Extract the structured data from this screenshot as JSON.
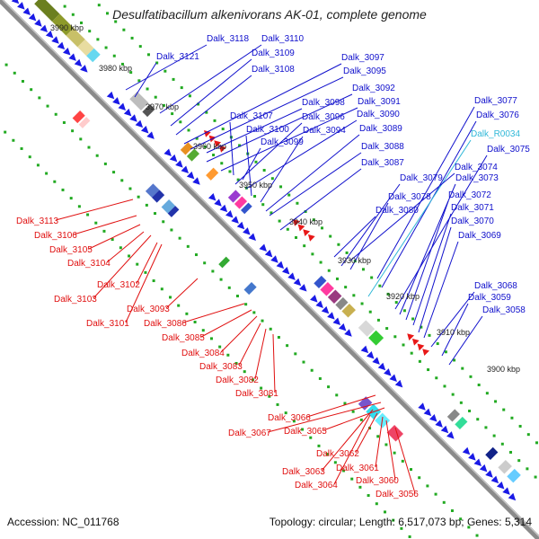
{
  "header": {
    "title": "Desulfatibacillum alkenivorans AK-01, complete genome"
  },
  "footer": {
    "accession": "Accession: NC_011768",
    "summary": "Topology: circular; Length: 6,517,073 bp; Genes: 5,314"
  },
  "colors": {
    "upper_label": "#1010cc",
    "lower_label": "#e01010",
    "rna_label": "#30b8d8",
    "backbone": "#8a8a8a",
    "forward_arrow": "#1a1ae6",
    "reverse_arrow": "#e81818",
    "tick_dot": "#22aa22"
  },
  "scale_labels": [
    "3990 kbp",
    "3980 kbp",
    "3970 kbp",
    "3960 kbp",
    "3950 kbp",
    "3940 kbp",
    "3930 kbp",
    "3920 kbp",
    "3910 kbp",
    "3900 kbp"
  ],
  "upper_labels": [
    "Dalk_3118",
    "Dalk_3110",
    "Dalk_3121",
    "Dalk_3109",
    "Dalk_3108",
    "Dalk_3097",
    "Dalk_3095",
    "Dalk_3092",
    "Dalk_3098",
    "Dalk_3091",
    "Dalk_3107",
    "Dalk_3096",
    "Dalk_3090",
    "Dalk_3100",
    "Dalk_3094",
    "Dalk_3089",
    "Dalk_3099",
    "Dalk_3088",
    "Dalk_3087",
    "Dalk_3077",
    "Dalk_3076",
    "Dalk_R0034",
    "Dalk_3075",
    "Dalk_3074",
    "Dalk_3079",
    "Dalk_3073",
    "Dalk_3078",
    "Dalk_3072",
    "Dalk_3080",
    "Dalk_3071",
    "Dalk_3070",
    "Dalk_3069",
    "Dalk_3068",
    "Dalk_3059",
    "Dalk_3058"
  ],
  "lower_labels": [
    "Dalk_3113",
    "Dalk_3106",
    "Dalk_3105",
    "Dalk_3104",
    "Dalk_3102",
    "Dalk_3103",
    "Dalk_3093",
    "Dalk_3101",
    "Dalk_3086",
    "Dalk_3085",
    "Dalk_3084",
    "Dalk_3083",
    "Dalk_3082",
    "Dalk_3081",
    "Dalk_3066",
    "Dalk_3067",
    "Dalk_3065",
    "Dalk_3062",
    "Dalk_3061",
    "Dalk_3063",
    "Dalk_3060",
    "Dalk_3064",
    "Dalk_3056"
  ]
}
